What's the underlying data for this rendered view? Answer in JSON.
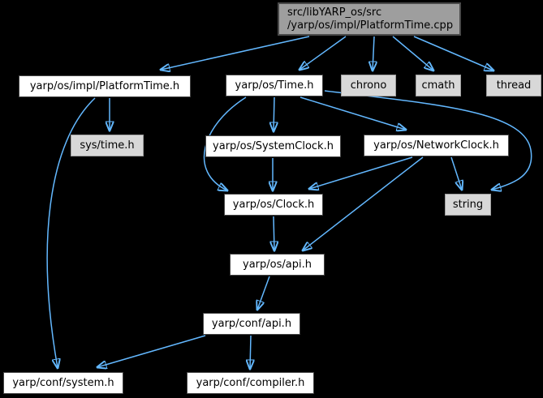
{
  "diagram": {
    "type": "include-dependency-graph",
    "background_color": "#000000",
    "edge_color": "#63b8ff",
    "node_fill": "#ffffff",
    "external_node_fill": "#d8d8d8",
    "current_node_fill": "#9e9e9e",
    "root": {
      "line1": "src/libYARP_os/src",
      "line2": "/yarp/os/impl/PlatformTime.cpp"
    },
    "nodes": {
      "platformtime_h": "yarp/os/impl/PlatformTime.h",
      "time_h": "yarp/os/Time.h",
      "chrono": "chrono",
      "cmath": "cmath",
      "thread": "thread",
      "sys_time_h": "sys/time.h",
      "systemclock_h": "yarp/os/SystemClock.h",
      "networkclock_h": "yarp/os/NetworkClock.h",
      "clock_h": "yarp/os/Clock.h",
      "string": "string",
      "os_api_h": "yarp/os/api.h",
      "conf_api_h": "yarp/conf/api.h",
      "conf_system_h": "yarp/conf/system.h",
      "conf_compiler_h": "yarp/conf/compiler.h"
    },
    "edges": [
      {
        "from": "platformtime_cpp",
        "to": "platformtime_h"
      },
      {
        "from": "platformtime_cpp",
        "to": "time_h"
      },
      {
        "from": "platformtime_cpp",
        "to": "chrono"
      },
      {
        "from": "platformtime_cpp",
        "to": "cmath"
      },
      {
        "from": "platformtime_cpp",
        "to": "thread"
      },
      {
        "from": "platformtime_h",
        "to": "sys_time_h"
      },
      {
        "from": "platformtime_h",
        "to": "conf_system_h"
      },
      {
        "from": "time_h",
        "to": "systemclock_h"
      },
      {
        "from": "time_h",
        "to": "networkclock_h"
      },
      {
        "from": "time_h",
        "to": "clock_h"
      },
      {
        "from": "time_h",
        "to": "string"
      },
      {
        "from": "systemclock_h",
        "to": "clock_h"
      },
      {
        "from": "networkclock_h",
        "to": "clock_h"
      },
      {
        "from": "networkclock_h",
        "to": "os_api_h"
      },
      {
        "from": "networkclock_h",
        "to": "string"
      },
      {
        "from": "clock_h",
        "to": "os_api_h"
      },
      {
        "from": "os_api_h",
        "to": "conf_api_h"
      },
      {
        "from": "conf_api_h",
        "to": "conf_system_h"
      },
      {
        "from": "conf_api_h",
        "to": "conf_compiler_h"
      }
    ]
  }
}
